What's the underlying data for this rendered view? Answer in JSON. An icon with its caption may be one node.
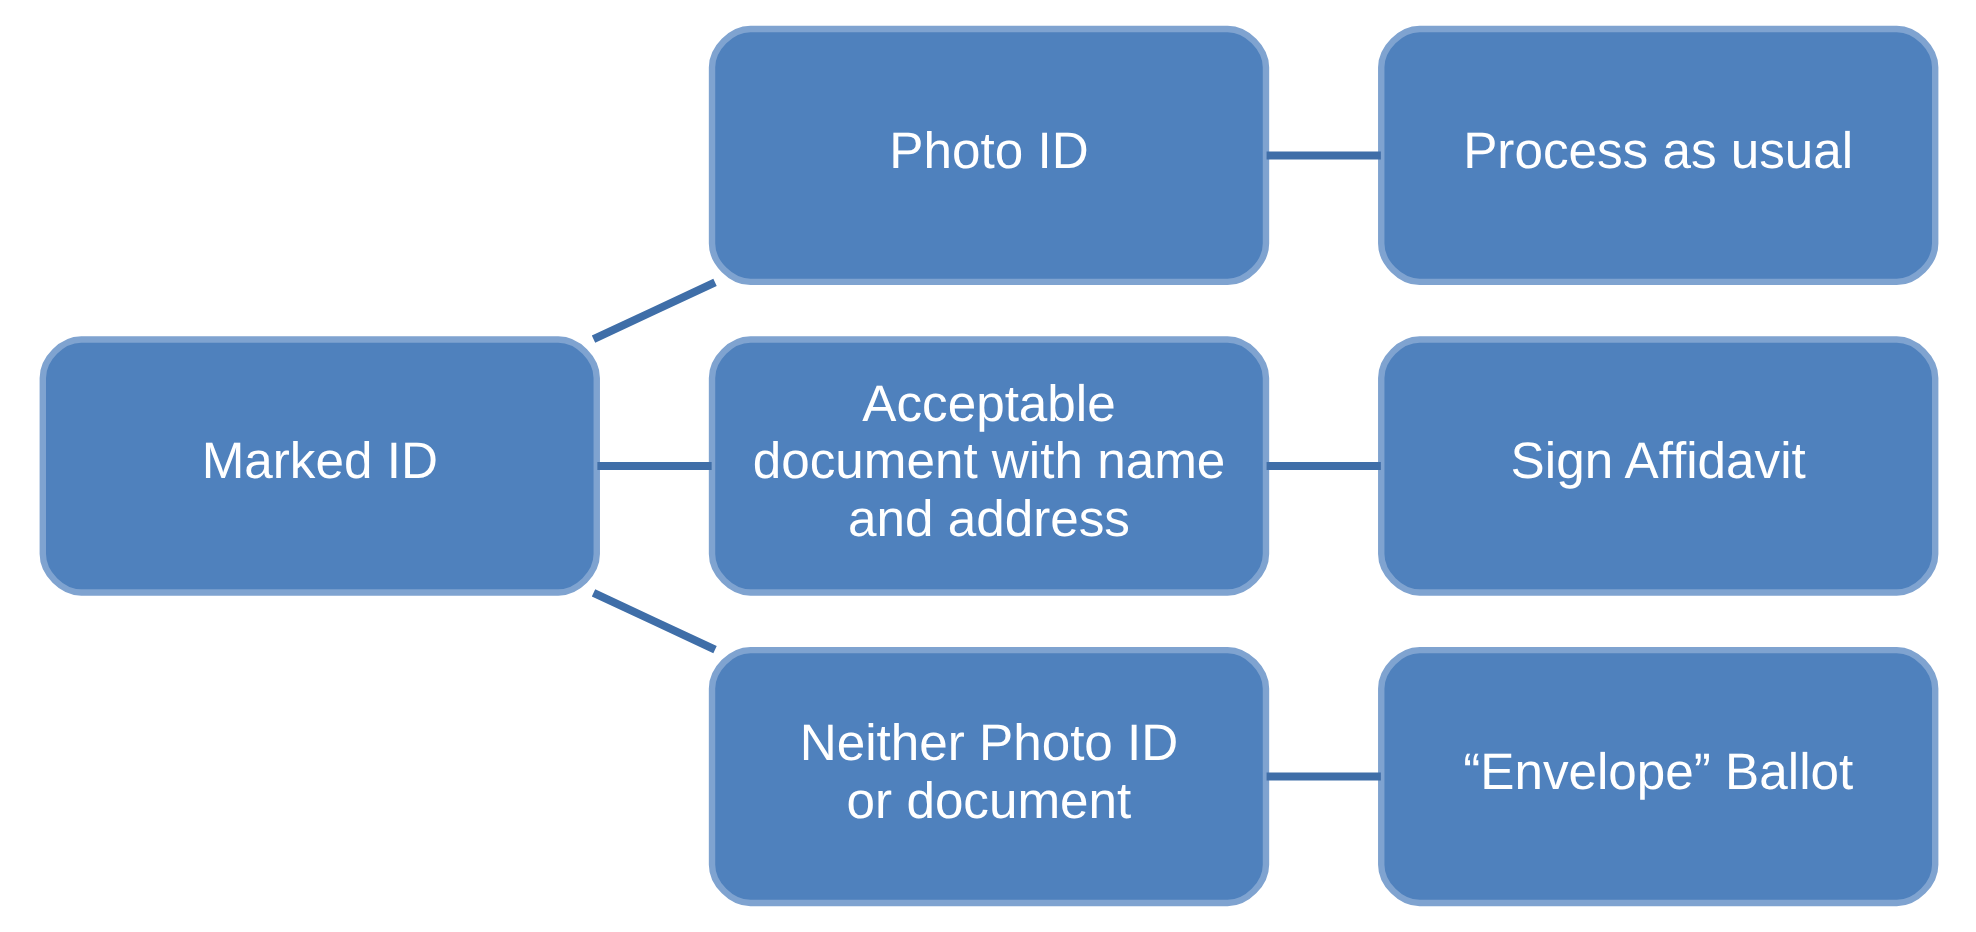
{
  "diagram": {
    "nodes": [
      {
        "text": [
          "Marked ID"
        ]
      },
      {
        "text": [
          "Photo ID"
        ]
      },
      {
        "text": [
          "Acceptable document with name and address"
        ]
      },
      {
        "text": [
          "Neither Photo ID or document"
        ]
      },
      {
        "text": [
          "Process as usual"
        ]
      },
      {
        "text": [
          "Sign Affidavit"
        ]
      },
      {
        "text": [
          "“Envelope” Ballot"
        ]
      }
    ],
    "edges": [
      {
        "from": 0,
        "to": 1,
        "arrow": "none"
      },
      {
        "from": 0,
        "to": 2,
        "arrow": "none"
      },
      {
        "from": 0,
        "to": 3,
        "arrow": "none"
      },
      {
        "from": 1,
        "to": 4,
        "arrow": "none"
      },
      {
        "from": 2,
        "to": 5,
        "arrow": "none"
      },
      {
        "from": 3,
        "to": 6,
        "arrow": "none"
      }
    ]
  }
}
